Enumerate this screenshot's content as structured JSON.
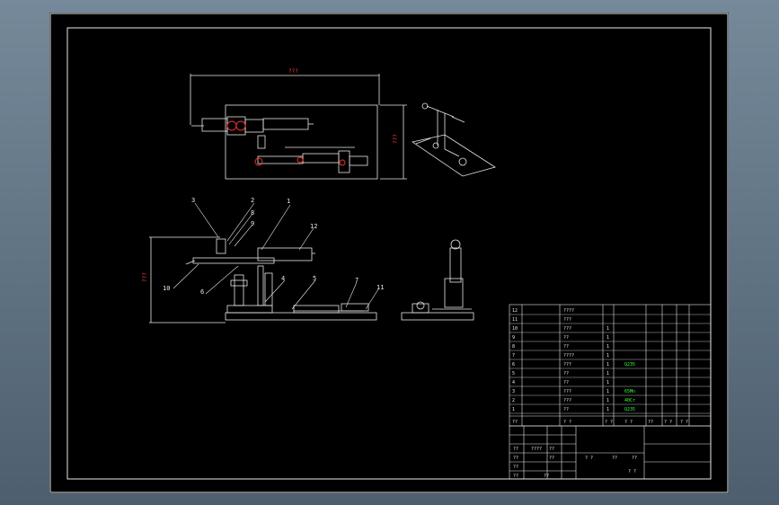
{
  "drawing": {
    "dimensions": {
      "width": "???",
      "height": "???",
      "side_height": "???"
    },
    "callouts": [
      "1",
      "2",
      "3",
      "4",
      "5",
      "6",
      "7",
      "8",
      "9",
      "10",
      "11",
      "12"
    ],
    "bom_rows": [
      {
        "no": "12",
        "name": "????",
        "qty": "",
        "mat": ""
      },
      {
        "no": "11",
        "name": "???",
        "qty": "",
        "mat": ""
      },
      {
        "no": "10",
        "name": "???",
        "qty": "1",
        "mat": ""
      },
      {
        "no": "9",
        "name": "??",
        "qty": "1",
        "mat": ""
      },
      {
        "no": "8",
        "name": "??",
        "qty": "1",
        "mat": ""
      },
      {
        "no": "7",
        "name": "????",
        "qty": "1",
        "mat": ""
      },
      {
        "no": "6",
        "name": "???",
        "qty": "1",
        "mat": "Q235"
      },
      {
        "no": "5",
        "name": "??",
        "qty": "1",
        "mat": ""
      },
      {
        "no": "4",
        "name": "??",
        "qty": "1",
        "mat": ""
      },
      {
        "no": "3",
        "name": "???",
        "qty": "1",
        "mat": "65Mn"
      },
      {
        "no": "2",
        "name": "???",
        "qty": "1",
        "mat": "40Cr"
      },
      {
        "no": "1",
        "name": "??",
        "qty": "1",
        "mat": "Q235"
      }
    ],
    "bom_header": {
      "no": "??",
      "name": "? ?",
      "qty": "?  ?",
      "mat": "? ?",
      "col5": "??",
      "weight": "?  ?",
      "note": "? ?"
    },
    "title_block": {
      "c1": "??",
      "c2": "??",
      "c3": "??",
      "c4": "??",
      "c5": "????",
      "c6": "??",
      "c7": "??",
      "c8": "??",
      "c9": "?  ?",
      "c10": "??",
      "c11": "??",
      "c12": "?  ?"
    }
  }
}
